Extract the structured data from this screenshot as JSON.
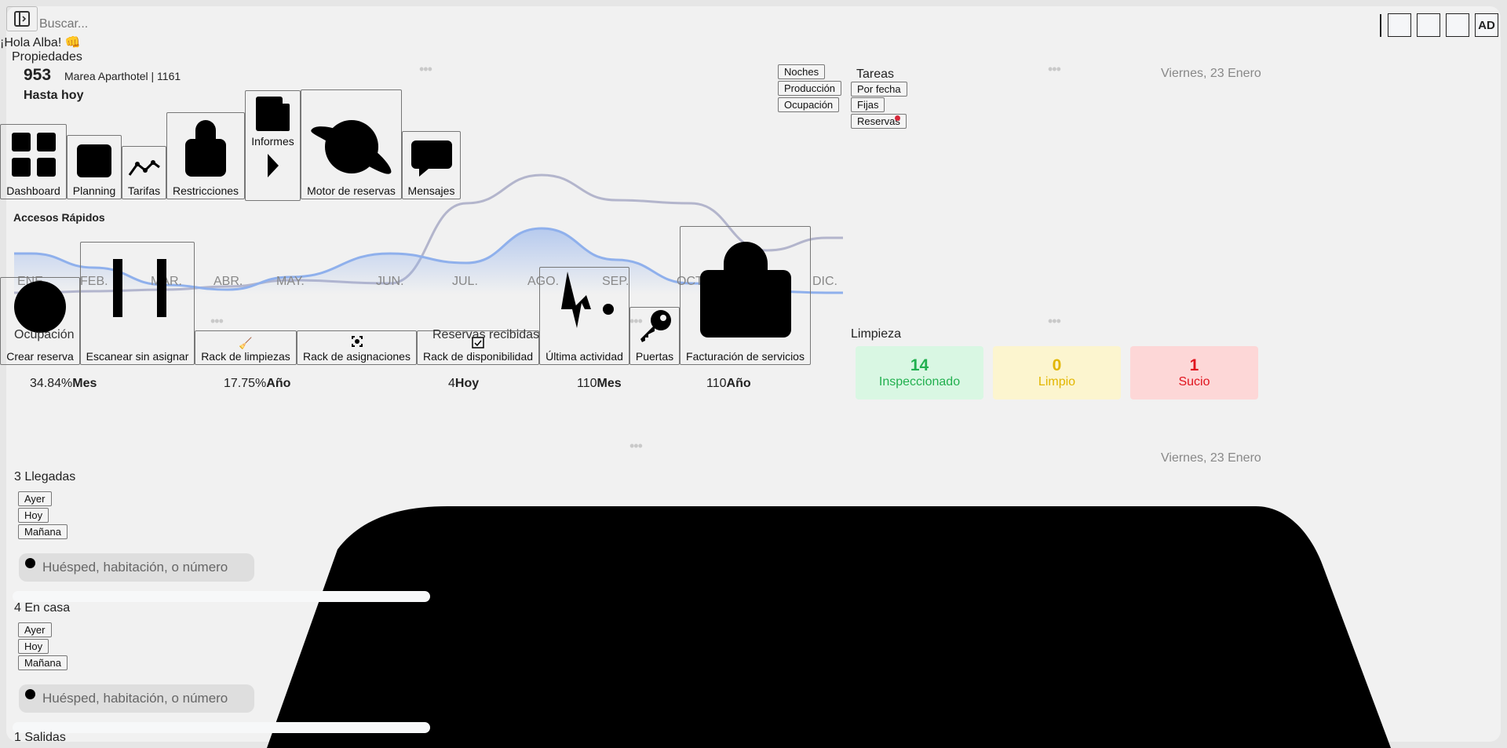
{
  "header": {
    "search_placeholder": "Buscar...",
    "avatar_initials": "AD"
  },
  "greeting": "¡Hola Alba! 👊",
  "property": {
    "label": "Propiedades",
    "count": "953",
    "name": "Marea Aparthotel | 1161",
    "period": "Hasta hoy"
  },
  "nav": [
    {
      "label": "Dashboard"
    },
    {
      "label": "Planning"
    },
    {
      "label": "Tarifas"
    },
    {
      "label": "Restricciones"
    },
    {
      "label": "Informes"
    },
    {
      "label": "Motor de reservas"
    },
    {
      "label": "Mensajes"
    }
  ],
  "quick_access": {
    "title": "Accesos Rápidos",
    "items": [
      {
        "label": "Crear reserva"
      },
      {
        "label": "Escanear sin asignar"
      },
      {
        "label": "Rack de limpiezas"
      },
      {
        "label": "Rack de asignaciones"
      },
      {
        "label": "Rack de disponibilidad"
      },
      {
        "label": "Última actividad"
      },
      {
        "label": "Puertas"
      },
      {
        "label": "Facturación de servicios"
      }
    ]
  },
  "stats": {
    "occupancy_title": "Ocupación",
    "bookings_title": "Reservas recibidas",
    "items": [
      {
        "value": "34.84%",
        "unit": "Mes"
      },
      {
        "value": "17.75%",
        "unit": "Año"
      },
      {
        "value": "4",
        "unit": "Hoy"
      },
      {
        "value": "110",
        "unit": "Mes"
      },
      {
        "value": "110",
        "unit": "Año"
      }
    ]
  },
  "chart_tabs": [
    "Noches",
    "Producción",
    "Ocupación"
  ],
  "tasks": {
    "title": "Tareas",
    "tabs": [
      "Por fecha",
      "Fijas",
      "Reservas"
    ]
  },
  "date": "Viernes, 23 Enero",
  "cleaning": {
    "title": "Limpieza",
    "cards": [
      {
        "value": "14",
        "label": "Inspeccionado",
        "bg": "#d9f7e3",
        "color": "#22b04f"
      },
      {
        "value": "0",
        "label": "Limpio",
        "bg": "#fcf5cf",
        "color": "#e2b600"
      },
      {
        "value": "1",
        "label": "Sucio",
        "bg": "#fdd7d7",
        "color": "#e0141e"
      }
    ]
  },
  "lists": [
    {
      "title": "3 Llegadas",
      "buttons": [
        "Ayer",
        "Hoy",
        "Mañana"
      ],
      "placeholder": "Huésped, habitación, o número"
    },
    {
      "title": "4 En casa",
      "buttons": [
        "Ayer",
        "Hoy",
        "Mañana"
      ],
      "placeholder": "Huésped, habitación, o número"
    },
    {
      "title": "1 Salidas"
    }
  ],
  "chart_data": {
    "type": "area",
    "categories": [
      "ENE.",
      "FEB.",
      "MAR.",
      "ABR.",
      "MAY.",
      "JUN.",
      "JUL.",
      "AGO.",
      "SEP.",
      "OCT.",
      "NOV.",
      "DIC."
    ],
    "series": [
      {
        "name": "current",
        "color": "#8fb0ec",
        "values": [
          26,
          17,
          6,
          3,
          11,
          26,
          20,
          42,
          22,
          7,
          2,
          1
        ]
      },
      {
        "name": "previous",
        "color": "#b3b5cc",
        "values": [
          1,
          2,
          3,
          5,
          9,
          7,
          58,
          76,
          60,
          58,
          28,
          36
        ]
      }
    ],
    "ylim": [
      0,
      100
    ]
  }
}
